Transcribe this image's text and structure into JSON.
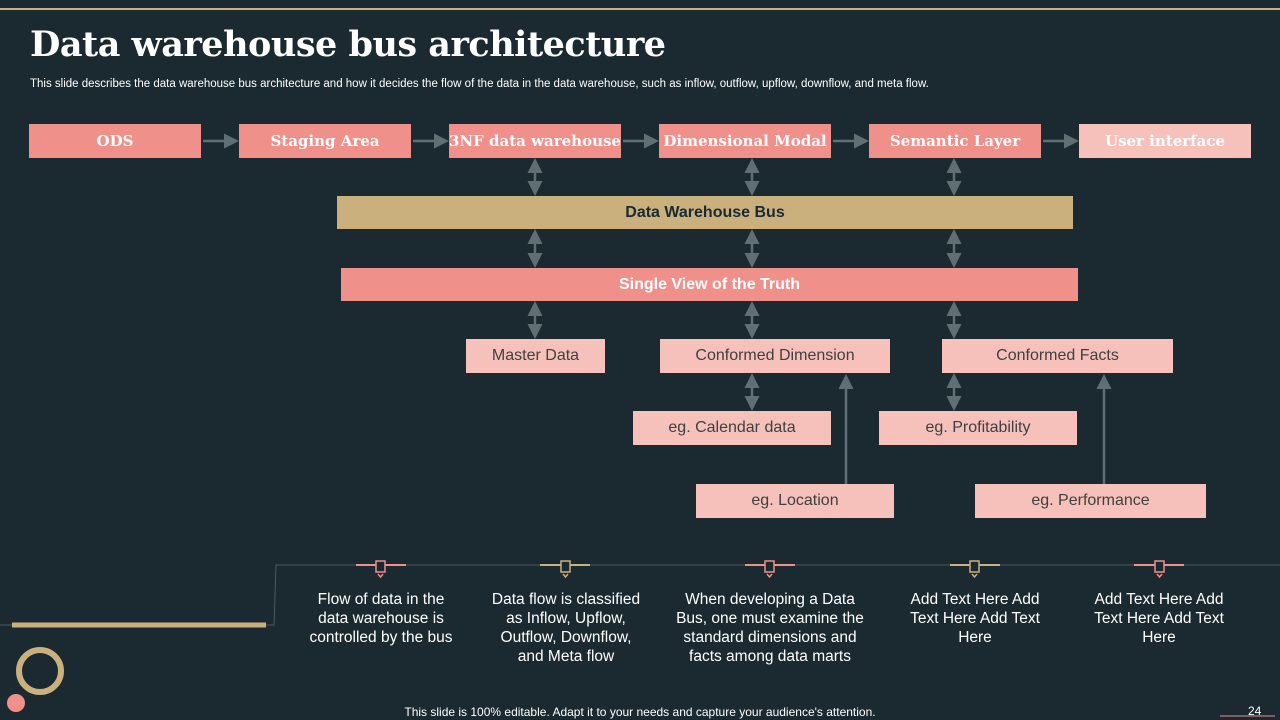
{
  "slide": {
    "title": "Data warehouse bus architecture",
    "subtitle": "This slide describes the data warehouse bus architecture and how it decides the flow of the data in the data warehouse, such as inflow, outflow, upflow, downflow, and meta flow.",
    "footer": "This slide is 100% editable. Adapt it to your needs and capture your audience's attention.",
    "page_number": "24"
  },
  "stages": [
    "ODS",
    "Staging Area",
    "3NF data warehouse",
    "Dimensional Modal",
    "Semantic Layer",
    "User interface"
  ],
  "bus_label": "Data Warehouse Bus",
  "truth_label": "Single View of the Truth",
  "components": {
    "master_data": "Master Data",
    "conformed_dimension": "Conformed Dimension",
    "conformed_facts": "Conformed Facts",
    "calendar": "eg. Calendar data",
    "profitability": "eg. Profitability",
    "location": "eg. Location",
    "performance": "eg. Performance"
  },
  "notes": [
    "Flow of data in the data warehouse is controlled by the bus",
    "Data flow is classified as Inflow, Upflow, Outflow, Downflow, and Meta flow",
    "When developing a Data Bus, one must examine the standard dimensions and facts among data marts",
    "Add Text Here Add Text Here Add Text Here",
    "Add Text Here Add Text Here Add Text Here"
  ],
  "colors": {
    "background": "#1b2a30",
    "coral": "#f0908a",
    "light_pink": "#f6c0bb",
    "gold": "#c9b07d",
    "connector": "#5f6f73"
  }
}
